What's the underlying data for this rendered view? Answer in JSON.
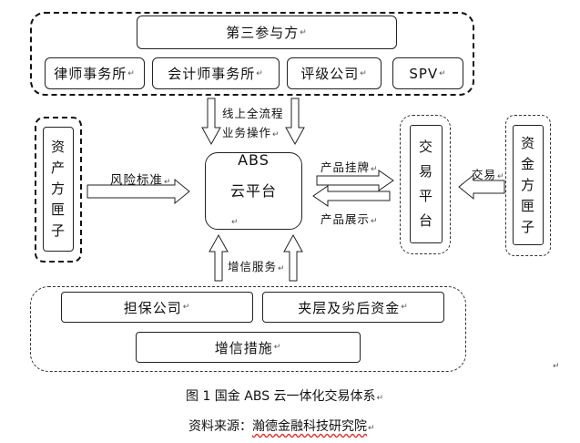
{
  "top_group": {
    "third_party": "第三参与方",
    "members": [
      "律师事务所",
      "会计师事务所",
      "评级公司",
      "SPV"
    ]
  },
  "top_arrow_label": [
    "线上全流程",
    "业务操作"
  ],
  "left_group": {
    "chars": [
      "资",
      "产",
      "方",
      "匣",
      "子"
    ]
  },
  "left_arrow_label": "风险标准",
  "center": {
    "line1": "ABS",
    "line2": "云平台"
  },
  "right_arrows": {
    "upper": "产品挂牌",
    "lower": "产品展示"
  },
  "trading_platform": {
    "chars": [
      "交",
      "易",
      "平",
      "台"
    ]
  },
  "trade_label": "交易",
  "fund_side": {
    "chars": [
      "资",
      "金",
      "方",
      "匣",
      "子"
    ]
  },
  "bottom_arrow_label": "增信服务",
  "bottom_group": {
    "items": [
      "担保公司",
      "夹层及劣后资金"
    ],
    "credit_measures": "增信措施"
  },
  "figure_caption": "图 1 国金 ABS 云一体化交易体系",
  "source": {
    "prefix": "资料来源：",
    "name": "瀚德金融科技研究院"
  },
  "paragraph_mark": "↵"
}
